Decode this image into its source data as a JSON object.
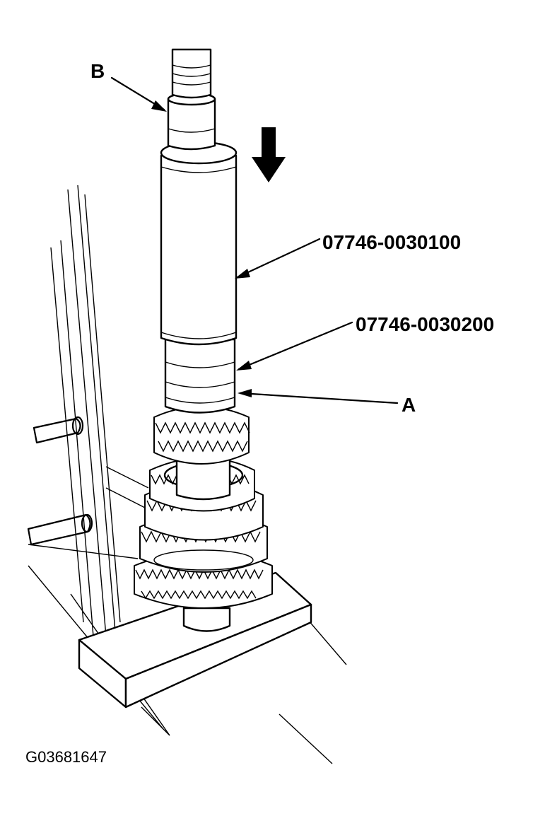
{
  "labels": {
    "B": "B",
    "A": "A",
    "tool_upper": "07746-0030100",
    "tool_lower": "07746-0030200"
  },
  "figure_code": "G03681647",
  "icons": {
    "press_direction": "down-arrow-icon"
  }
}
